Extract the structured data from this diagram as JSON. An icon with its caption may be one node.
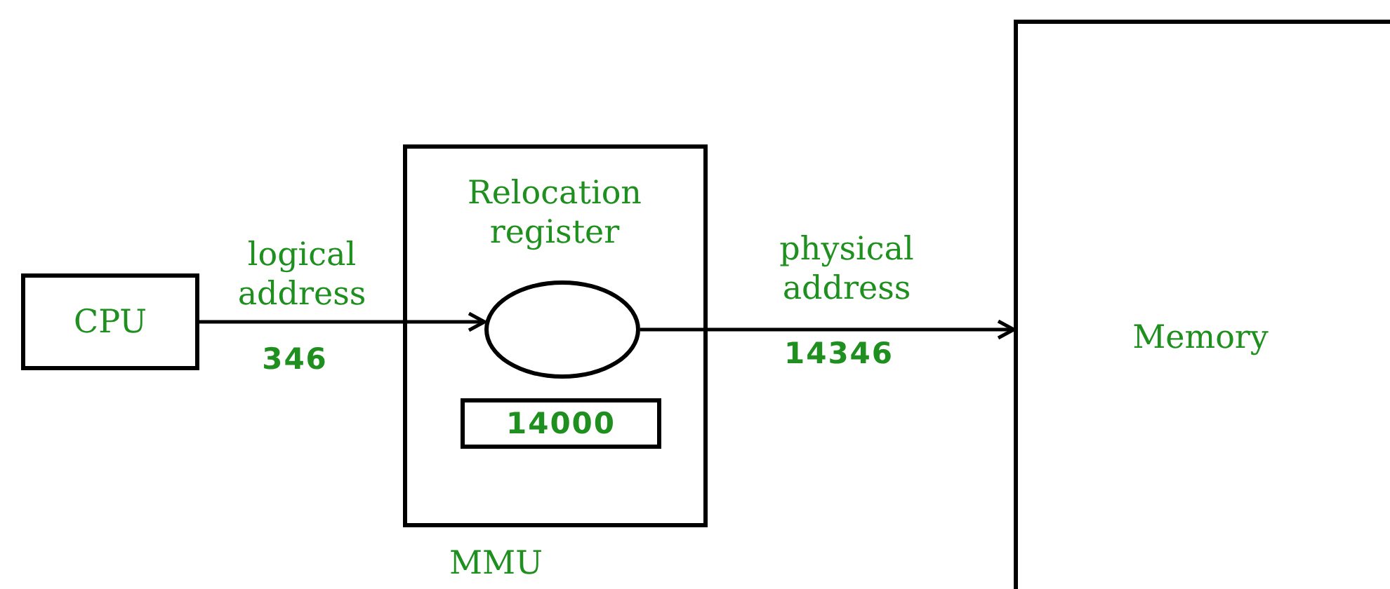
{
  "diagram": {
    "nodes": [
      {
        "text": [
          "CPU"
        ]
      },
      {
        "text": [
          "Relocation register",
          "MMU"
        ]
      },
      {
        "text": [],
        "shape": "circle",
        "in": 1
      },
      {
        "text": [
          "14000"
        ],
        "in": 1
      },
      {
        "text": [
          "Memory"
        ]
      }
    ],
    "edges": [
      {
        "from": 0,
        "to": 2,
        "arrow": "to",
        "label": "logical address"
      },
      {
        "from": 2,
        "to": 4,
        "arrow": "to",
        "label": "physical address"
      }
    ],
    "labels": [
      "346",
      "14346"
    ]
  }
}
